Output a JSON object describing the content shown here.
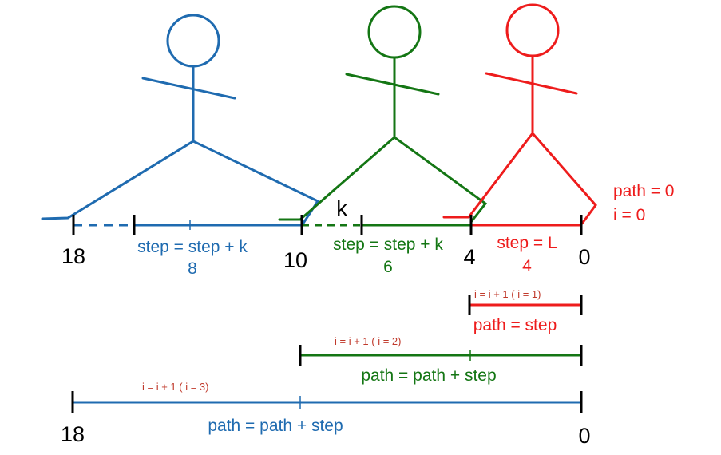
{
  "colors": {
    "blue": "#1f6bb0",
    "green": "#147614",
    "red": "#ee1c1c",
    "black": "#000000"
  },
  "axis_numbers": {
    "n18": "18",
    "n10": "10",
    "n4": "4",
    "n0": "0",
    "bottom_18": "18",
    "bottom_0": "0"
  },
  "k_label": "k",
  "red": {
    "state_path": "path = 0",
    "state_i": "i = 0",
    "step_label": "step = L",
    "step_value": "4",
    "inc_label": "i = i + 1   ( i = 1)",
    "path_label": "path = step"
  },
  "green": {
    "step_label": "step = step + k",
    "step_value": "6",
    "inc_label": "i = i + 1   ( i = 2)",
    "path_label": "path = path + step"
  },
  "blue": {
    "step_label": "step = step + k",
    "step_value": "8",
    "inc_label": "i = i + 1   ( i = 3)",
    "path_label": "path = path + step"
  }
}
